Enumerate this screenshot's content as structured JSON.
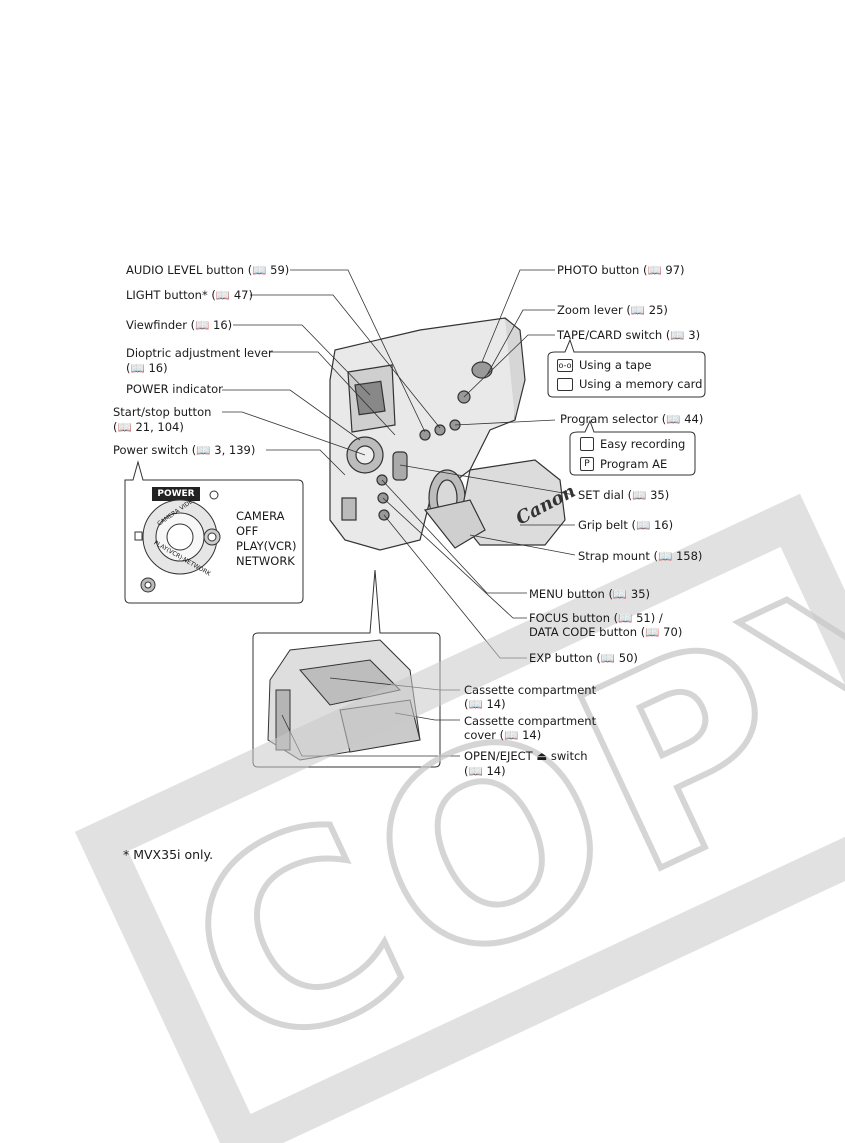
{
  "labels_left": [
    {
      "id": "audio-level",
      "text": "AUDIO LEVEL button (📖 59)"
    },
    {
      "id": "light",
      "text": "LIGHT button* (📖 47)"
    },
    {
      "id": "viewfinder",
      "text": "Viewfinder (📖 16)"
    },
    {
      "id": "dioptric-1",
      "text": "Dioptric adjustment lever"
    },
    {
      "id": "dioptric-2",
      "text": "(📖 16)"
    },
    {
      "id": "power-indicator",
      "text": "POWER indicator"
    },
    {
      "id": "start-stop-1",
      "text": "Start/stop button"
    },
    {
      "id": "start-stop-2",
      "text": "(📖 21, 104)"
    },
    {
      "id": "power-switch",
      "text": "Power switch (📖 3, 139)"
    }
  ],
  "labels_right": [
    {
      "id": "photo",
      "text": "PHOTO button (📖 97)"
    },
    {
      "id": "zoom",
      "text": "Zoom lever (📖 25)"
    },
    {
      "id": "tape-card",
      "text": "TAPE/CARD switch (📖 3)"
    },
    {
      "id": "program-selector",
      "text": "Program selector (📖 44)"
    },
    {
      "id": "set-dial",
      "text": "SET dial (📖 35)"
    },
    {
      "id": "grip-belt",
      "text": "Grip belt (📖 16)"
    },
    {
      "id": "strap-mount",
      "text": "Strap mount (📖 158)"
    },
    {
      "id": "menu",
      "text": "MENU button (📖 35)"
    },
    {
      "id": "focus-1",
      "text": "FOCUS button (📖 51) /"
    },
    {
      "id": "focus-2",
      "text": "DATA CODE button (📖 70)"
    },
    {
      "id": "exp",
      "text": "EXP button (📖 50)"
    },
    {
      "id": "cassette-1",
      "text": "Cassette compartment"
    },
    {
      "id": "cassette-2",
      "text": "(📖 14)"
    },
    {
      "id": "cover-1",
      "text": "Cassette compartment"
    },
    {
      "id": "cover-2",
      "text": "cover (📖 14)"
    },
    {
      "id": "eject-1",
      "text": "OPEN/EJECT ⏏ switch"
    },
    {
      "id": "eject-2",
      "text": "(📖 14)"
    }
  ],
  "tape_callout": {
    "tape_label": "Using a tape",
    "card_label": "Using a memory card"
  },
  "program_callout": {
    "easy_label": "Easy recording",
    "ae_icon": "P",
    "ae_label": "Program AE"
  },
  "power_inset": {
    "badge": "POWER",
    "dial_text_top": "CAMERA VIDEO",
    "dial_text_bottom": "PLAY(VCR)·NETWORK",
    "modes": [
      "CAMERA",
      "OFF",
      "PLAY(VCR)",
      "NETWORK"
    ]
  },
  "brand": "Canon",
  "footnote": "* MVX35i only.",
  "watermark": "COPY",
  "colors": {
    "line": "#333333",
    "watermark": "#bfbfbf",
    "ink": "#1a1a1a"
  },
  "icons": {
    "book": "book-icon",
    "tape": "cassette-icon",
    "card": "memory-card-icon",
    "eject": "eject-icon",
    "easy": "green-square-icon"
  }
}
